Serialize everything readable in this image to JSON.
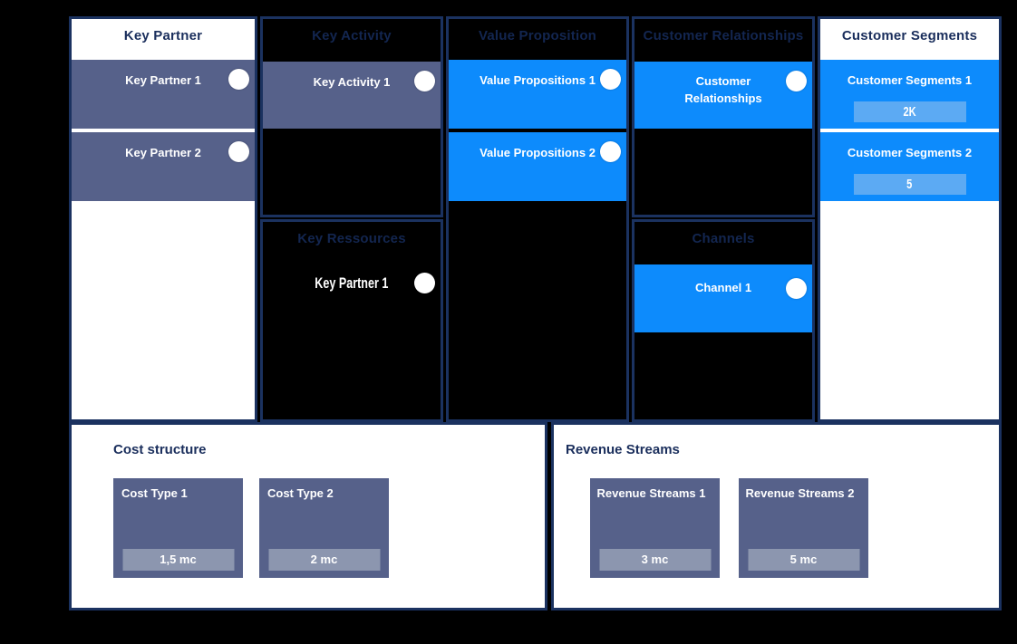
{
  "colors": {
    "page_background": "#000000",
    "panel_border_navy": "#1B3260",
    "header_text_navy": "#1A2E5C",
    "slate_card": "#56618A",
    "slate_badge": "#8C96AF",
    "blue_card": "#0D8BFC",
    "blue_badge": "#5CAAF3",
    "card_text": "#FFFFFF"
  },
  "canvas": {
    "key_partner": {
      "title": "Key Partner",
      "cards": [
        {
          "label": "Key Partner 1"
        },
        {
          "label": "Key Partner 2"
        }
      ]
    },
    "key_activity": {
      "title": "Key Activity",
      "cards": [
        {
          "label": "Key Activity 1"
        }
      ]
    },
    "key_resources": {
      "title": "Key Ressources",
      "items": [
        {
          "label": "Key Partner 1"
        }
      ]
    },
    "value_proposition": {
      "title": "Value Proposition",
      "cards": [
        {
          "label": "Value Propositions 1"
        },
        {
          "label": "Value Propositions 2"
        }
      ]
    },
    "customer_relationships": {
      "title": "Customer Relationships",
      "cards": [
        {
          "label": "Customer Relationships"
        }
      ]
    },
    "channels": {
      "title": "Channels",
      "cards": [
        {
          "label": "Channel 1"
        }
      ]
    },
    "customer_segments": {
      "title": "Customer Segments",
      "cards": [
        {
          "label": "Customer Segments 1",
          "value": "2K"
        },
        {
          "label": "Customer Segments 2",
          "value": "5"
        }
      ]
    },
    "cost_structure": {
      "title": "Cost structure",
      "cards": [
        {
          "label": "Cost Type 1",
          "value": "1,5 mc"
        },
        {
          "label": "Cost Type 2",
          "value": "2 mc"
        }
      ]
    },
    "revenue_streams": {
      "title": "Revenue Streams",
      "cards": [
        {
          "label": "Revenue Streams 1",
          "value": "3 mc"
        },
        {
          "label": "Revenue Streams 2",
          "value": "5 mc"
        }
      ]
    }
  }
}
